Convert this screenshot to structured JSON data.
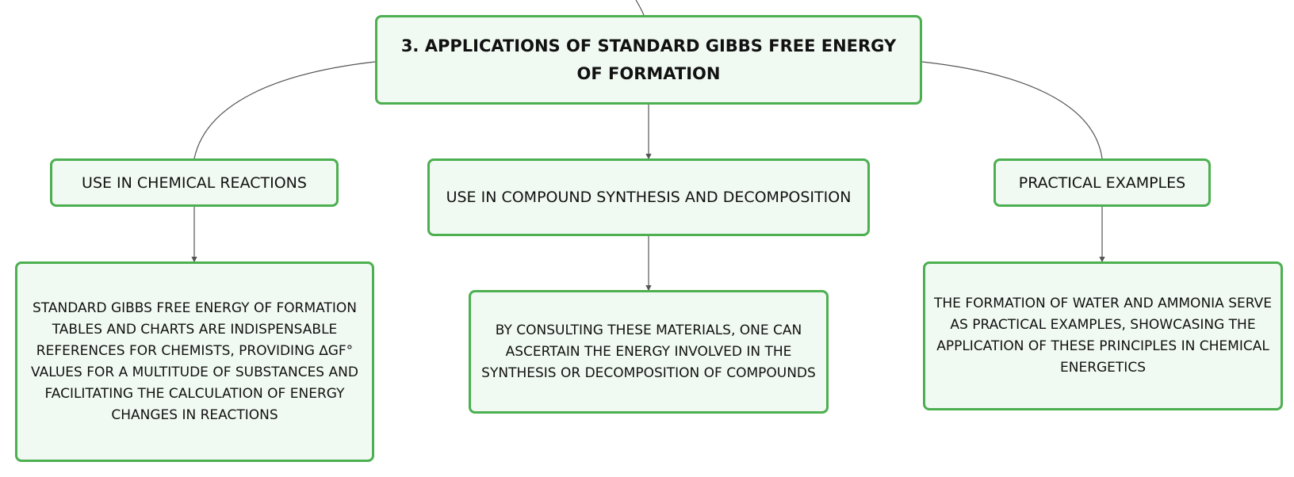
{
  "diagram": {
    "root": {
      "label": "3. APPLICATIONS OF STANDARD GIBBS FREE ENERGY OF FORMATION"
    },
    "branches": [
      {
        "label": "USE IN CHEMICAL REACTIONS",
        "detail": "STANDARD GIBBS FREE ENERGY OF FORMATION TABLES AND CHARTS ARE INDISPENSABLE REFERENCES FOR CHEMISTS, PROVIDING ∆GF° VALUES FOR A MULTITUDE OF SUBSTANCES AND FACILITATING THE CALCULATION OF ENERGY CHANGES IN REACTIONS"
      },
      {
        "label": "USE IN COMPOUND SYNTHESIS AND DECOMPOSITION",
        "detail": "BY CONSULTING THESE MATERIALS, ONE CAN ASCERTAIN THE ENERGY INVOLVED IN THE SYNTHESIS OR DECOMPOSITION OF COMPOUNDS"
      },
      {
        "label": "PRACTICAL EXAMPLES",
        "detail": "THE FORMATION OF WATER AND AMMONIA SERVE AS PRACTICAL EXAMPLES, SHOWCASING THE APPLICATION OF THESE PRINCIPLES IN CHEMICAL ENERGETICS"
      }
    ],
    "colors": {
      "node_border": "#4caf50",
      "node_fill": "#f1faf2",
      "connector": "#555555",
      "text": "#111111"
    }
  }
}
